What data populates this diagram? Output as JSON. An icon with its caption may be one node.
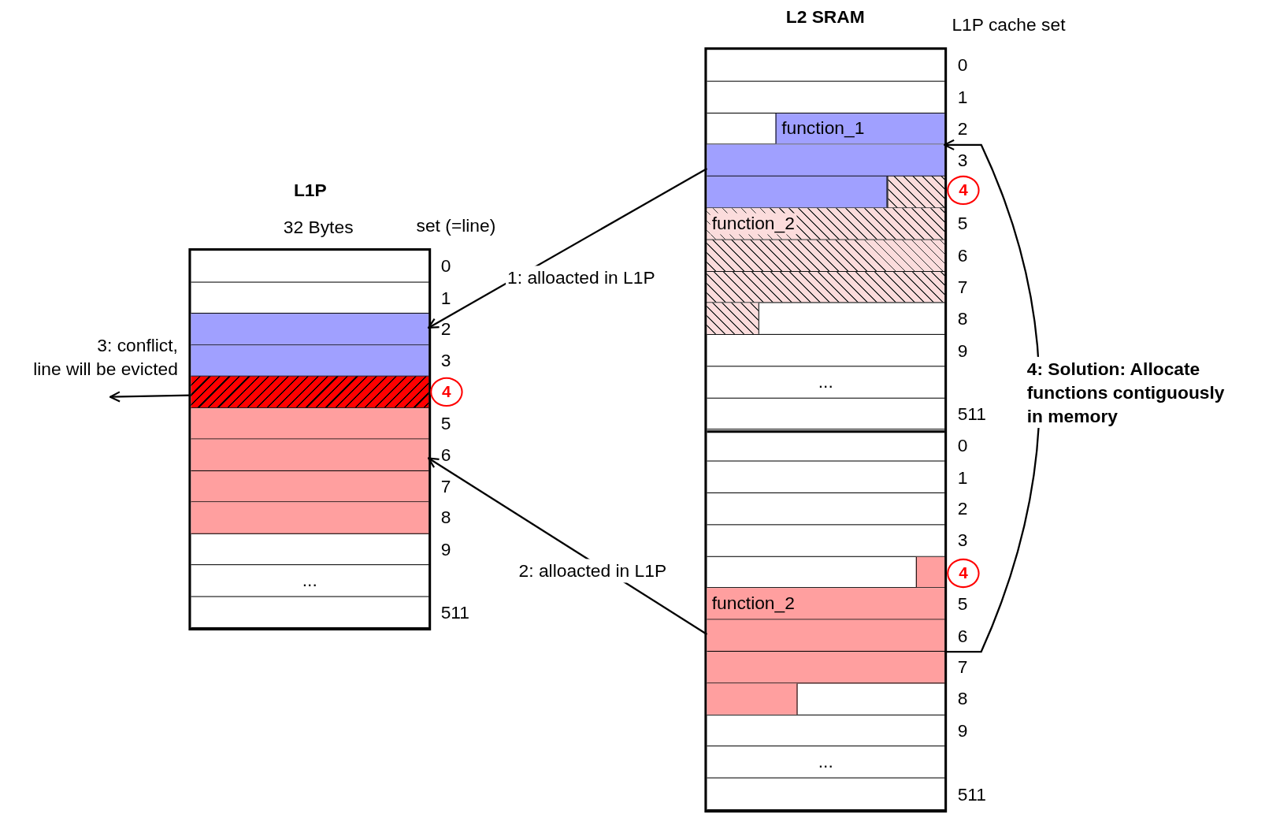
{
  "diagram": {
    "nodes": [
      {
        "text": [
          "L1P",
          "32 Bytes"
        ]
      },
      {
        "text": [],
        "shape": "bar",
        "in": 0
      },
      {
        "text": [],
        "shape": "bar",
        "in": 0
      },
      {
        "text": [],
        "shape": "bar",
        "in": 0
      },
      {
        "text": [],
        "shape": "bar",
        "in": 0
      },
      {
        "text": [],
        "shape": "bar",
        "in": 0
      },
      {
        "text": [],
        "shape": "bar",
        "in": 0
      },
      {
        "text": [],
        "shape": "bar",
        "in": 0
      },
      {
        "text": [],
        "shape": "bar",
        "in": 0
      },
      {
        "text": [],
        "shape": "bar",
        "in": 0
      },
      {
        "text": [],
        "shape": "bar",
        "in": 0
      },
      {
        "text": [
          "..."
        ],
        "in": 0
      },
      {
        "text": [],
        "shape": "bar",
        "in": 0
      },
      {
        "text": [
          "L2 SRAM"
        ]
      },
      {
        "text": [],
        "shape": "bar",
        "in": 13
      },
      {
        "text": [],
        "shape": "bar",
        "in": 13
      },
      {
        "text": [],
        "shape": "bar",
        "in": 13
      },
      {
        "text": [
          "function_1"
        ],
        "in": 16
      },
      {
        "text": [],
        "shape": "bar",
        "in": 13
      },
      {
        "text": [],
        "shape": "bar",
        "in": 13
      },
      {
        "text": [],
        "shape": "bar",
        "in": 19
      },
      {
        "text": [],
        "shape": "bar",
        "in": 19
      },
      {
        "text": [
          "function_2"
        ],
        "in": 13
      },
      {
        "text": [],
        "shape": "bar",
        "in": 13
      },
      {
        "text": [],
        "shape": "bar",
        "in": 13
      },
      {
        "text": [],
        "shape": "bar",
        "in": 13
      },
      {
        "text": [],
        "shape": "bar",
        "in": 25
      },
      {
        "text": [],
        "shape": "bar",
        "in": 13
      },
      {
        "text": [
          "..."
        ],
        "in": 13
      },
      {
        "text": [],
        "shape": "bar",
        "in": 13
      },
      {
        "text": [],
        "shape": "bar",
        "in": 13
      },
      {
        "text": [],
        "shape": "bar",
        "in": 13
      },
      {
        "text": [],
        "shape": "bar",
        "in": 13
      },
      {
        "text": [],
        "shape": "bar",
        "in": 13
      },
      {
        "text": [],
        "shape": "bar",
        "in": 13
      },
      {
        "text": [],
        "shape": "bar",
        "in": 34
      },
      {
        "text": [
          "function_2"
        ],
        "in": 13
      },
      {
        "text": [],
        "shape": "bar",
        "in": 13
      },
      {
        "text": [],
        "shape": "bar",
        "in": 13
      },
      {
        "text": [],
        "shape": "bar",
        "in": 13
      },
      {
        "text": [],
        "shape": "bar",
        "in": 39
      },
      {
        "text": [],
        "shape": "bar",
        "in": 13
      },
      {
        "text": [
          "..."
        ],
        "in": 13
      },
      {
        "text": [],
        "shape": "bar",
        "in": 13
      },
      {
        "text": [
          "4"
        ]
      },
      {
        "text": [
          "4"
        ]
      },
      {
        "text": [
          "4"
        ]
      }
    ],
    "edges": [
      {
        "from": 18,
        "to": 3,
        "arrow": "to",
        "label": "1: alloacted in L1P"
      },
      {
        "from": 37,
        "to": 7,
        "arrow": "to",
        "label": "2: alloacted in L1P"
      },
      {
        "from": 5,
        "to": null,
        "arrow": "to",
        "label": "3: conflict, line will be evicted"
      },
      {
        "from": 37,
        "to": 18,
        "arrow": "to",
        "label": "4: Solution: Allocate functions contiguously in memory"
      }
    ],
    "labels": [
      "L1P cache set",
      "0",
      "1",
      "2",
      "3",
      "5",
      "6",
      "7",
      "8",
      "9",
      "511",
      "set (=line)",
      "0",
      "1",
      "2",
      "3",
      "5",
      "6",
      "7",
      "8",
      "9",
      "511",
      "0",
      "1",
      "2",
      "3",
      "5",
      "6",
      "7",
      "8",
      "9",
      "511"
    ]
  }
}
